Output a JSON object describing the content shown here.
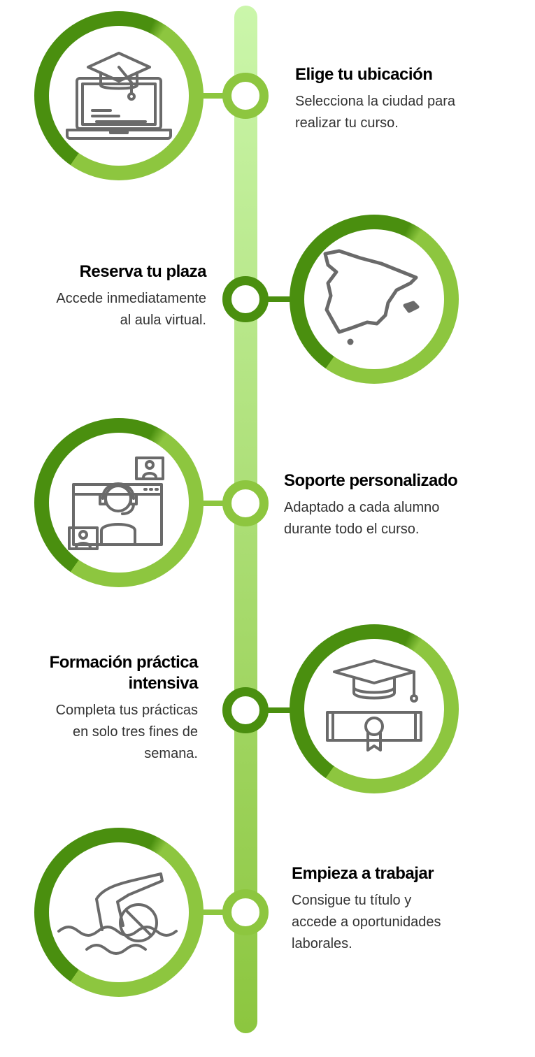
{
  "colors": {
    "light_green": "#8dc63f",
    "dark_green": "#4a8f0f",
    "track_top": "#cbf6ab",
    "icon_gray": "#6a6a6a"
  },
  "steps": [
    {
      "icon": "laptop-graduation-cap-icon",
      "title": "Elige tu ubicación",
      "description": [
        "Selecciona la ciudad para",
        "realizar tu curso."
      ]
    },
    {
      "icon": "spain-map-icon",
      "title": "Reserva tu plaza",
      "description": [
        "Accede inmediatamente",
        "al aula virtual."
      ]
    },
    {
      "icon": "support-headset-icon",
      "title": "Soporte personalizado",
      "description": [
        "Adaptado a cada alumno",
        "durante todo el curso."
      ]
    },
    {
      "icon": "diploma-graduation-cap-icon",
      "title": [
        "Formación práctica",
        "intensiva"
      ],
      "description": [
        "Completa tus prácticas",
        "en solo tres fines de",
        "semana."
      ]
    },
    {
      "icon": "swimmer-icon",
      "title": "Empieza a trabajar",
      "description": [
        "Consigue tu título y",
        "accede a oportunidades",
        "laborales."
      ]
    }
  ]
}
